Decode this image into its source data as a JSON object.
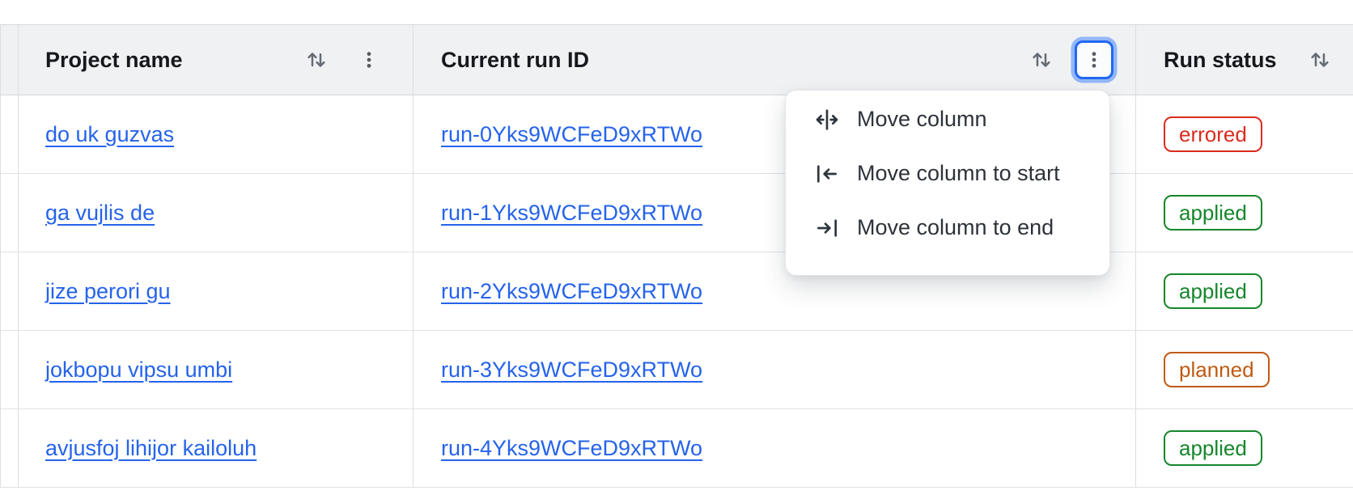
{
  "colors": {
    "accent_blue": "#2563eb",
    "focus_ring": "#2268f0",
    "header_bg": "#f0f1f3",
    "status": {
      "errored": "#d92b1e",
      "applied": "#16862b",
      "planned": "#c05a12"
    }
  },
  "table": {
    "columns": [
      {
        "label": "Project name"
      },
      {
        "label": "Current run ID"
      },
      {
        "label": "Run status"
      }
    ],
    "rows": [
      {
        "project": "do uk guzvas",
        "run_id": "run-0Yks9WCFeD9xRTWo",
        "status": "errored"
      },
      {
        "project": "ga vujlis de",
        "run_id": "run-1Yks9WCFeD9xRTWo",
        "status": "applied"
      },
      {
        "project": "jize perori gu",
        "run_id": "run-2Yks9WCFeD9xRTWo",
        "status": "applied"
      },
      {
        "project": "jokbopu vipsu umbi",
        "run_id": "run-3Yks9WCFeD9xRTWo",
        "status": "planned"
      },
      {
        "project": "avjusfoj lihijor kailoluh",
        "run_id": "run-4Yks9WCFeD9xRTWo",
        "status": "applied"
      }
    ]
  },
  "menu": {
    "items": [
      {
        "label": "Move column",
        "icon": "move-column-icon"
      },
      {
        "label": "Move column to start",
        "icon": "move-column-start-icon"
      },
      {
        "label": "Move column to end",
        "icon": "move-column-end-icon"
      }
    ]
  }
}
